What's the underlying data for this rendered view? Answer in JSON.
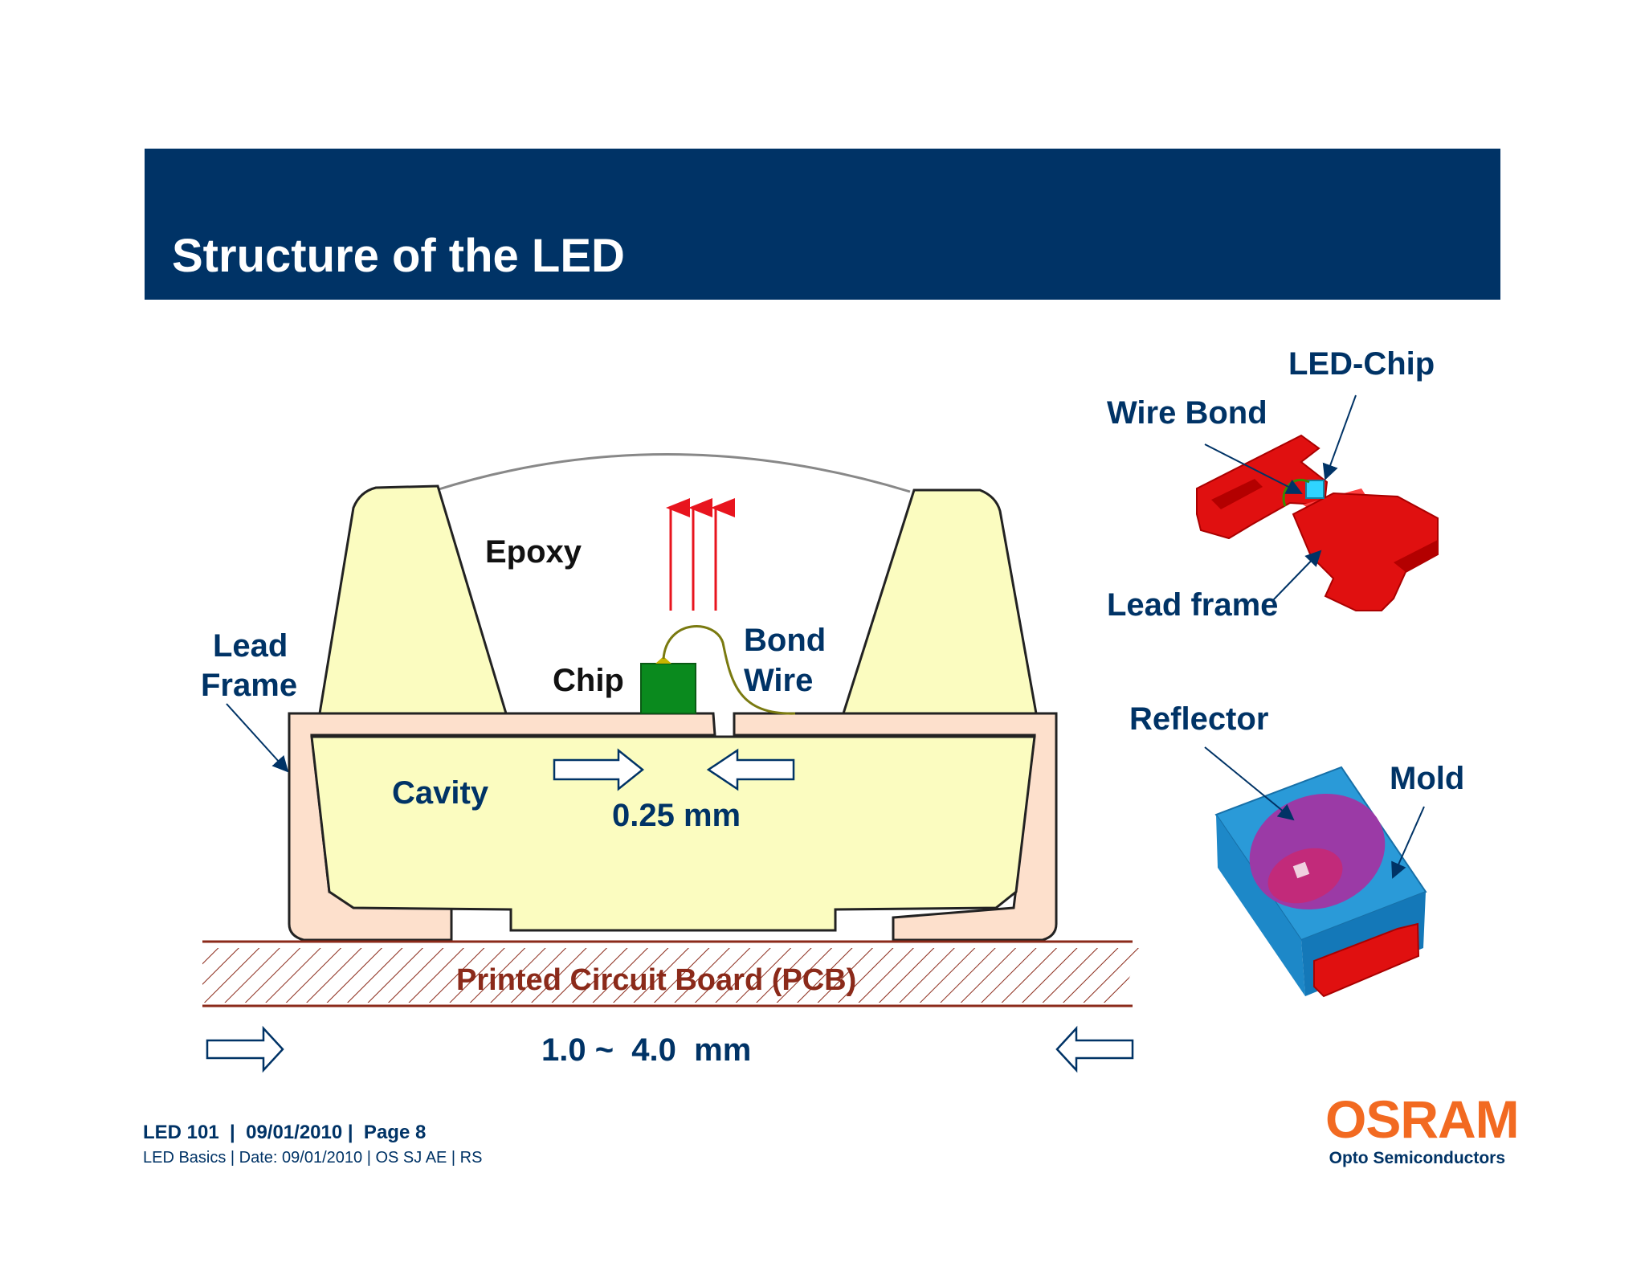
{
  "title": "Structure of the LED",
  "colors": {
    "navy": "#003366",
    "label_blue": "#003366",
    "pcb_brown": "#8b2a1a",
    "reflector_fill": "#fbfcc0",
    "lead_frame_fill": "#fde0cc",
    "chip_green": "#0a8a1e",
    "arrow_red": "#e8141e",
    "osram_orange": "#f26a21",
    "part_red": "#e01010",
    "mold_blue": "#2a9ad8",
    "cavity_purple": "#9b3aa6"
  },
  "cross_section": {
    "epoxy": "Epoxy",
    "chip": "Chip",
    "bond_wire_line1": "Bond",
    "bond_wire_line2": "Wire",
    "lead_frame_line1": "Lead",
    "lead_frame_line2": "Frame",
    "cavity": "Cavity",
    "gap": "0.25 mm",
    "pcb": "Printed Circuit Board (PCB)",
    "width": "1.0 ~  4.0  mm"
  },
  "lead_frame_view": {
    "led_chip": "LED-Chip",
    "wire_bond": "Wire Bond",
    "lead_frame": "Lead frame"
  },
  "package_view": {
    "reflector": "Reflector",
    "mold": "Mold"
  },
  "footer": {
    "line1": "LED 101  |  09/01/2010 |  Page 8",
    "line2": "LED Basics | Date: 09/01/2010 | OS SJ AE | RS"
  },
  "brand": {
    "name": "OSRAM",
    "subtitle": "Opto Semiconductors"
  }
}
